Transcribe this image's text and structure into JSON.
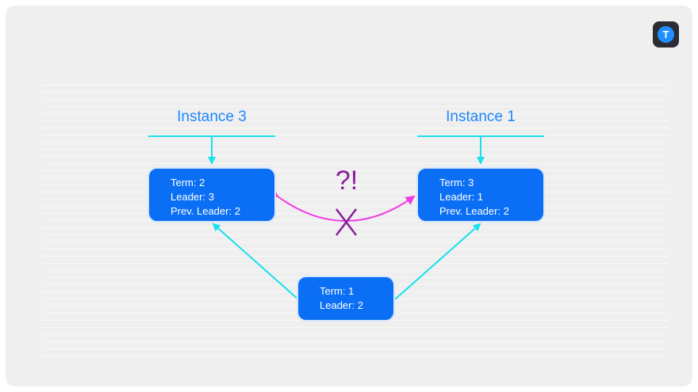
{
  "colors": {
    "background": "#efefef",
    "node_fill": "#0b6ff5",
    "heading_text": "#1e86ff",
    "connector": "#18e0ee",
    "conflict_arrow": "#f03ae6",
    "conflict_mark": "#8a1e9b"
  },
  "logo": {
    "letter": "T",
    "icon": "logo-t-icon"
  },
  "diagram": {
    "instance_left": {
      "title": "Instance 3",
      "term": "Term: 2",
      "leader": "Leader: 3",
      "prev_leader": "Prev. Leader: 2"
    },
    "instance_right": {
      "title": "Instance 1",
      "term": "Term: 3",
      "leader": "Leader: 1",
      "prev_leader": "Prev. Leader: 2"
    },
    "origin": {
      "term": "Term: 1",
      "leader": "Leader: 2"
    },
    "conflict_symbol": "?!"
  }
}
